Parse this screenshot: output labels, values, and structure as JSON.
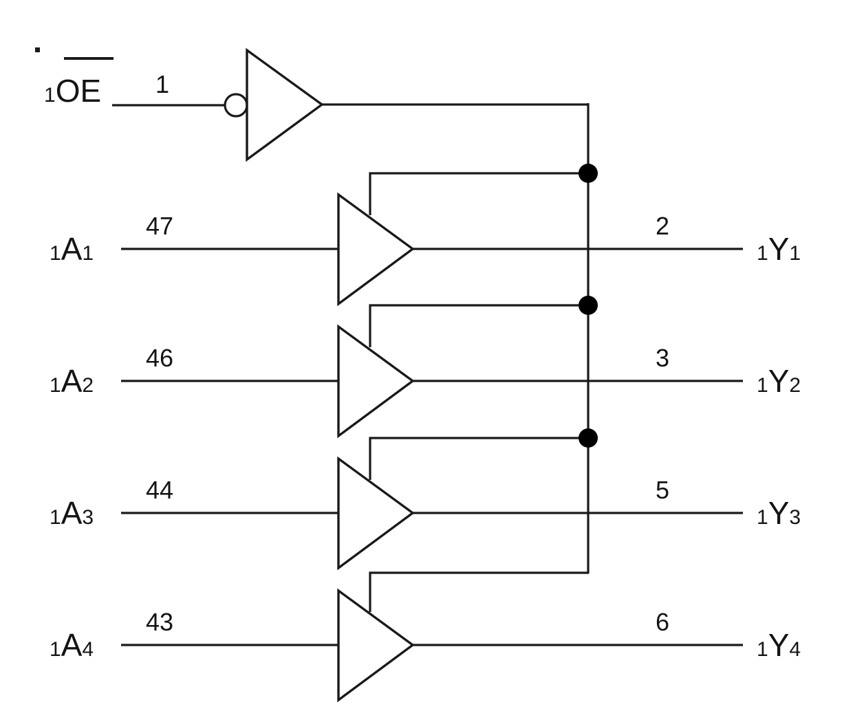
{
  "diagram": {
    "title": "Quad tri-state buffer logic diagram (bank 1)",
    "colors": {
      "wire": "#1a1a1a",
      "text": "#141414",
      "junction": "#000000",
      "background": "#ffffff"
    },
    "enable": {
      "signal_prefix": "1",
      "signal_name": "OE",
      "overbar": true,
      "pin": "1",
      "gate_type": "inverter"
    },
    "channels": [
      {
        "input_prefix": "1",
        "input_name": "A",
        "input_index": "1",
        "input_pin": "47",
        "output_prefix": "1",
        "output_name": "Y",
        "output_index": "1",
        "output_pin": "2",
        "gate_type": "tri-state-buffer"
      },
      {
        "input_prefix": "1",
        "input_name": "A",
        "input_index": "2",
        "input_pin": "46",
        "output_prefix": "1",
        "output_name": "Y",
        "output_index": "2",
        "output_pin": "3",
        "gate_type": "tri-state-buffer"
      },
      {
        "input_prefix": "1",
        "input_name": "A",
        "input_index": "3",
        "input_pin": "44",
        "output_prefix": "1",
        "output_name": "Y",
        "output_index": "3",
        "output_pin": "5",
        "gate_type": "tri-state-buffer"
      },
      {
        "input_prefix": "1",
        "input_name": "A",
        "input_index": "4",
        "input_pin": "43",
        "output_prefix": "1",
        "output_name": "Y",
        "output_index": "4",
        "output_pin": "6",
        "gate_type": "tri-state-buffer"
      }
    ],
    "junction_count": "3"
  }
}
